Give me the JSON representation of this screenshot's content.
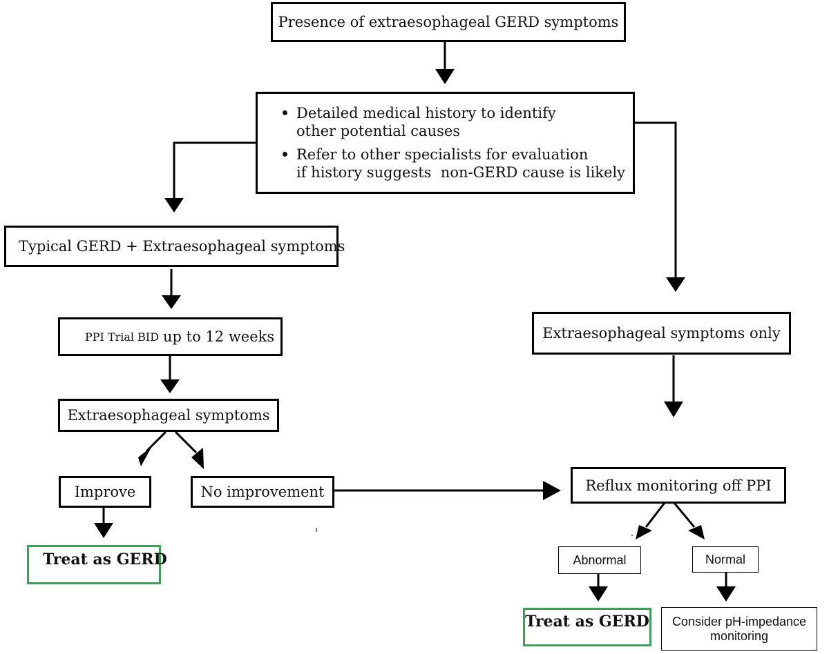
{
  "nodes": {
    "presence": "Presence of extraesophageal GERD symptoms",
    "history_bullets": [
      "Detailed medical history to identify\nother potential causes",
      "Refer to other specialists for evaluation\nif history suggests  non-GERD cause is likely"
    ],
    "typical": "Typical GERD + Extraesophageal symptoms",
    "ppi_prefix": "PPI Trial BID",
    "ppi_suffix": "up to 12 weeks",
    "extra_symptoms": "Extraesophageal symptoms",
    "improve": "Improve",
    "no_improvement": "No improvement",
    "treat_left": "Treat as GERD",
    "extra_only": "Extraesophageal symptoms only",
    "reflux": "Reflux monitoring off PPI",
    "abnormal": "Abnormal",
    "normal": "Normal",
    "treat_right": "Treat as GERD",
    "consider": "Consider pH-impedance monitoring"
  },
  "colors": {
    "treat_border": "#3aa156",
    "line": "#000000"
  }
}
